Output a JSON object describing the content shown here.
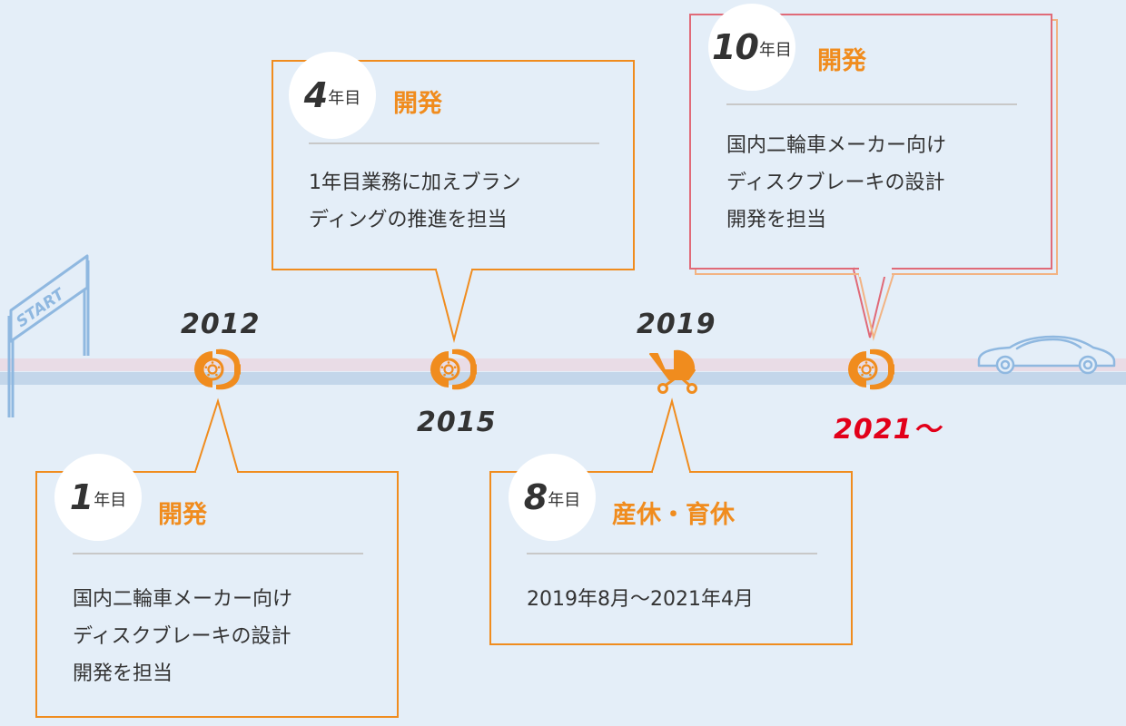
{
  "timeline": {
    "start_label": "START",
    "years": {
      "y2012": "2012",
      "y2015": "2015",
      "y2019": "2019",
      "y2021": "2021〜"
    }
  },
  "cards": {
    "year1": {
      "number": "1",
      "unit": "年目",
      "title": "開発",
      "body": [
        "国内二輪車メーカー向け",
        "ディスクブレーキの設計",
        "開発を担当"
      ]
    },
    "year4": {
      "number": "4",
      "unit": "年目",
      "title": "開発",
      "body": [
        "1年目業務に加えブラン",
        "ディングの推進を担当"
      ]
    },
    "year8": {
      "number": "8",
      "unit": "年目",
      "title": "産休・育休",
      "body": [
        "2019年8月〜2021年4月"
      ]
    },
    "year10": {
      "number": "10",
      "unit": "年目",
      "title": "開発",
      "body": [
        "国内二輪車メーカー向け",
        "ディスクブレーキの設計",
        "開発を担当"
      ]
    }
  },
  "colors": {
    "background": "#e4eef8",
    "accent_orange": "#f08c1e",
    "highlight_red": "#e2001a",
    "track_pink": "#e9dce6",
    "track_blue": "#c3d6ea",
    "outline_blue": "#8fb8e0"
  },
  "icons": {
    "milestone": "disc-brake-icon",
    "leave": "baby-stroller-icon",
    "start": "start-gate-icon",
    "end": "car-icon"
  }
}
